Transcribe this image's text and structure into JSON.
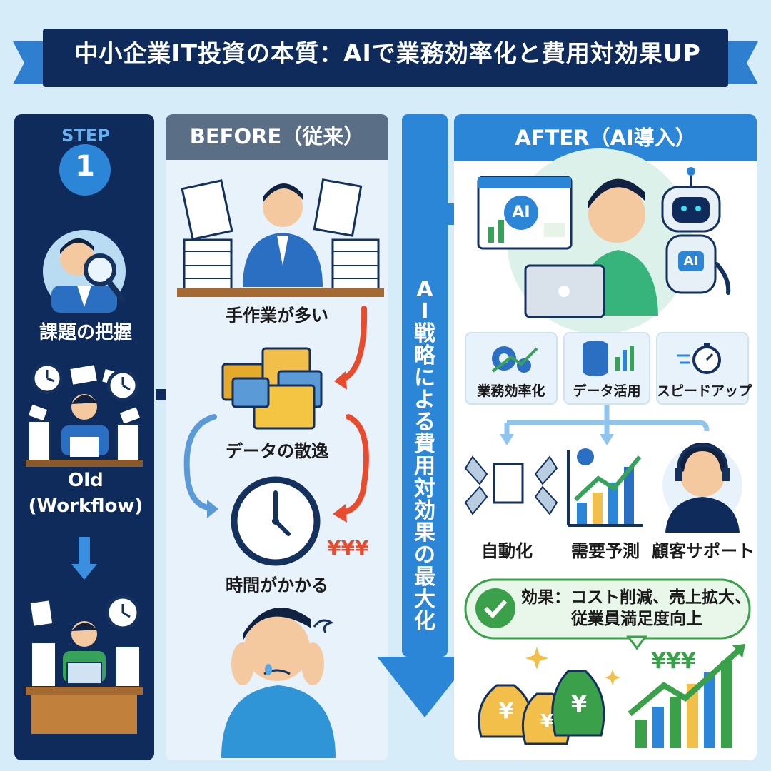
{
  "title": "中小企業IT投資の本質：AIで業務効率化と費用対効果UP",
  "step": {
    "label": "STEP",
    "number": "1"
  },
  "sidebar": {
    "item1": "課題の把握",
    "item2_line1": "Old",
    "item2_line2": "(Workflow)"
  },
  "before": {
    "header": "BEFORE（従来）",
    "items": [
      "手作業が多い",
      "データの散逸",
      "時間がかかる"
    ],
    "cost": "¥¥¥"
  },
  "strategy": "AI戦略による費用対効果の最大化",
  "after": {
    "header": "AFTER（AI導入）",
    "ai_badge": "AI",
    "robot_badge": "AI",
    "features": [
      "業務効率化",
      "データ活用",
      "スピードアップ"
    ],
    "applications": [
      "自動化",
      "需要予測",
      "顧客サポート"
    ],
    "effect_line1": "効果：コスト削減、売上拡大、",
    "effect_line2": "従業員満足度向上",
    "money": "¥¥¥",
    "money_bag_symbol": "¥"
  },
  "colors": {
    "navy": "#0f2b5b",
    "blue": "#2b86d8",
    "green": "#3aa04a",
    "red": "#e74c2e",
    "light": "#e8f2fb"
  }
}
